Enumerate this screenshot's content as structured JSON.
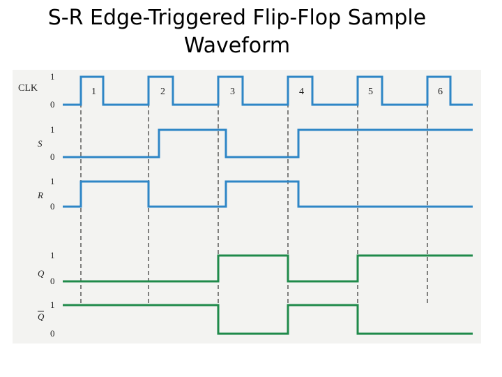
{
  "title": {
    "line1": "S-R Edge-Triggered Flip-Flop Sample",
    "line2": "Waveform"
  },
  "colors": {
    "input_wave": "#2e86c6",
    "output_wave": "#1f8a4a",
    "figure_bg": "#f3f3f1"
  },
  "pulse_labels": [
    "1",
    "2",
    "3",
    "4",
    "5",
    "6"
  ],
  "signals": [
    {
      "id": "clk",
      "name": "CLK",
      "high": "1",
      "low": "0",
      "group": "input",
      "levels": [
        0,
        1,
        0,
        1,
        0,
        1,
        0,
        1,
        0,
        1,
        0,
        1,
        0
      ]
    },
    {
      "id": "s",
      "name": "S",
      "high": "1",
      "low": "0",
      "group": "input",
      "levels": [
        0,
        0,
        0,
        1,
        1,
        0,
        0,
        1,
        1,
        1,
        1,
        1,
        1
      ]
    },
    {
      "id": "r",
      "name": "R",
      "high": "1",
      "low": "0",
      "group": "input",
      "levels": [
        0,
        1,
        1,
        0,
        0,
        1,
        1,
        0,
        0,
        0,
        0,
        0,
        0
      ]
    },
    {
      "id": "q",
      "name": "Q",
      "high": "1",
      "low": "0",
      "group": "output",
      "levels": [
        0,
        0,
        0,
        0,
        0,
        1,
        1,
        0,
        0,
        1,
        1,
        1,
        1
      ]
    },
    {
      "id": "qbar",
      "name": "Q",
      "overbar": true,
      "high": "1",
      "low": "0",
      "group": "output",
      "levels": [
        1,
        1,
        1,
        1,
        1,
        0,
        0,
        1,
        1,
        0,
        0,
        0,
        0
      ]
    }
  ]
}
